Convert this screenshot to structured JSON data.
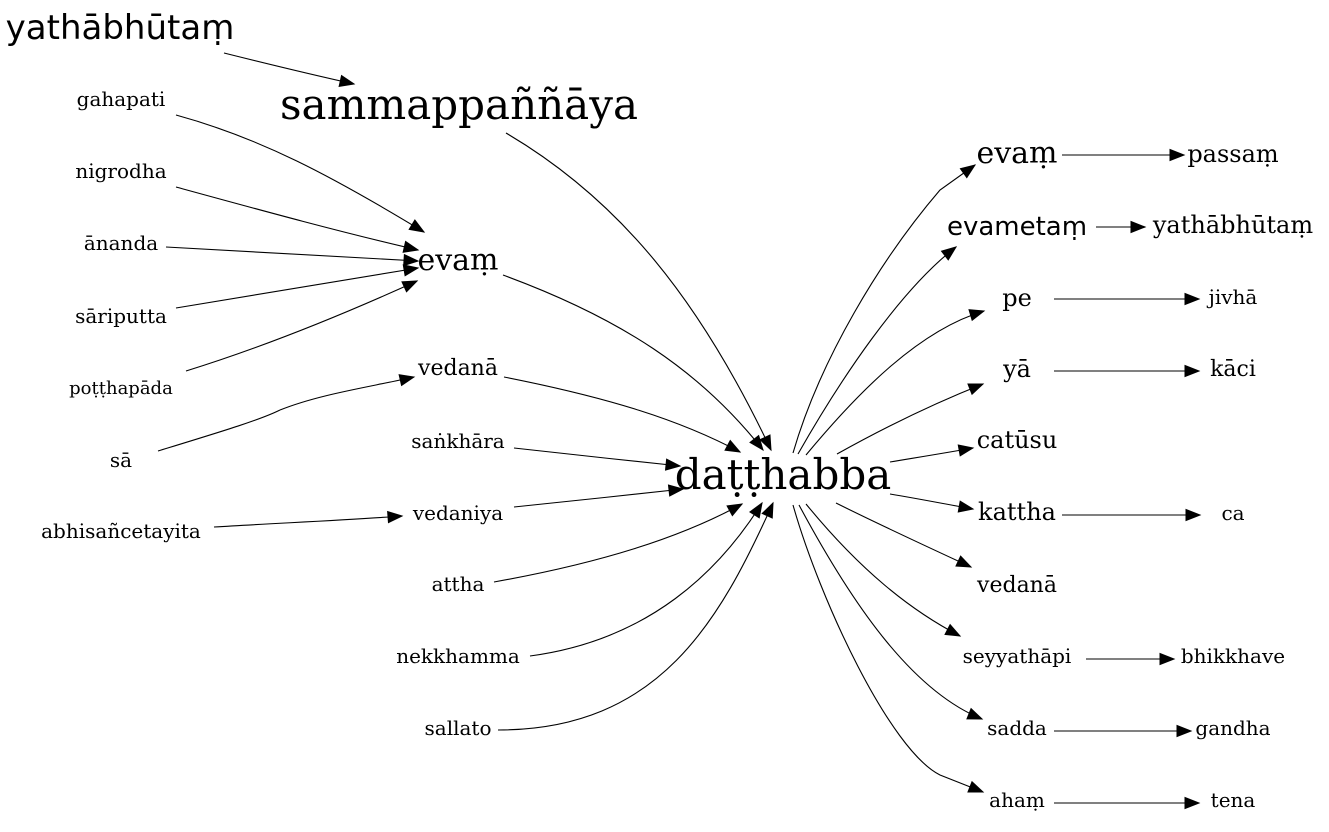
{
  "graph": {
    "nodes": [
      {
        "id": "yathabhutam_top",
        "label": "yathābhūtaṃ"
      },
      {
        "id": "sammappannaya",
        "label": "sammappaññāya"
      },
      {
        "id": "gahapati",
        "label": "gahapati"
      },
      {
        "id": "nigrodha",
        "label": "nigrodha"
      },
      {
        "id": "ananda",
        "label": "ānanda"
      },
      {
        "id": "sariputta",
        "label": "sāriputta"
      },
      {
        "id": "potthapada",
        "label": "poṭṭhapāda"
      },
      {
        "id": "evam_left",
        "label": "evaṃ"
      },
      {
        "id": "sa",
        "label": "sā"
      },
      {
        "id": "vedana_left",
        "label": "vedanā"
      },
      {
        "id": "sankhara",
        "label": "saṅkhāra"
      },
      {
        "id": "abhisancetayita",
        "label": "abhisañcetayita"
      },
      {
        "id": "vedaniya",
        "label": "vedaniya"
      },
      {
        "id": "attha",
        "label": "attha"
      },
      {
        "id": "nekkhamma",
        "label": "nekkhamma"
      },
      {
        "id": "sallato",
        "label": "sallato"
      },
      {
        "id": "datthabba",
        "label": "daṭṭhabba"
      },
      {
        "id": "evam_right",
        "label": "evaṃ"
      },
      {
        "id": "passam",
        "label": "passaṃ"
      },
      {
        "id": "evametam",
        "label": "evametaṃ"
      },
      {
        "id": "yathabhutam_right",
        "label": "yathābhūtaṃ"
      },
      {
        "id": "pe",
        "label": "pe"
      },
      {
        "id": "jivha",
        "label": "jivhā"
      },
      {
        "id": "ya",
        "label": "yā"
      },
      {
        "id": "kaci",
        "label": "kāci"
      },
      {
        "id": "catusu",
        "label": "catūsu"
      },
      {
        "id": "kattha",
        "label": "kattha"
      },
      {
        "id": "ca",
        "label": "ca"
      },
      {
        "id": "vedana_right",
        "label": "vedanā"
      },
      {
        "id": "seyyathapi",
        "label": "seyyathāpi"
      },
      {
        "id": "bhikkhave",
        "label": "bhikkhave"
      },
      {
        "id": "sadda",
        "label": "sadda"
      },
      {
        "id": "gandha",
        "label": "gandha"
      },
      {
        "id": "aham",
        "label": "ahaṃ"
      },
      {
        "id": "tena",
        "label": "tena"
      }
    ],
    "edges": [
      {
        "from": "yathabhutam_top",
        "to": "sammappannaya"
      },
      {
        "from": "gahapati",
        "to": "evam_left"
      },
      {
        "from": "nigrodha",
        "to": "evam_left"
      },
      {
        "from": "ananda",
        "to": "evam_left"
      },
      {
        "from": "sariputta",
        "to": "evam_left"
      },
      {
        "from": "potthapada",
        "to": "evam_left"
      },
      {
        "from": "sa",
        "to": "vedana_left"
      },
      {
        "from": "abhisancetayita",
        "to": "vedaniya"
      },
      {
        "from": "sammappannaya",
        "to": "datthabba"
      },
      {
        "from": "evam_left",
        "to": "datthabba"
      },
      {
        "from": "vedana_left",
        "to": "datthabba"
      },
      {
        "from": "sankhara",
        "to": "datthabba"
      },
      {
        "from": "vedaniya",
        "to": "datthabba"
      },
      {
        "from": "attha",
        "to": "datthabba"
      },
      {
        "from": "nekkhamma",
        "to": "datthabba"
      },
      {
        "from": "sallato",
        "to": "datthabba"
      },
      {
        "from": "datthabba",
        "to": "evam_right"
      },
      {
        "from": "datthabba",
        "to": "evametam"
      },
      {
        "from": "datthabba",
        "to": "pe"
      },
      {
        "from": "datthabba",
        "to": "ya"
      },
      {
        "from": "datthabba",
        "to": "catusu"
      },
      {
        "from": "datthabba",
        "to": "kattha"
      },
      {
        "from": "datthabba",
        "to": "vedana_right"
      },
      {
        "from": "datthabba",
        "to": "seyyathapi"
      },
      {
        "from": "datthabba",
        "to": "sadda"
      },
      {
        "from": "datthabba",
        "to": "aham"
      },
      {
        "from": "evam_right",
        "to": "passam"
      },
      {
        "from": "evametam",
        "to": "yathabhutam_right"
      },
      {
        "from": "pe",
        "to": "jivha"
      },
      {
        "from": "ya",
        "to": "kaci"
      },
      {
        "from": "kattha",
        "to": "ca"
      },
      {
        "from": "seyyathapi",
        "to": "bhikkhave"
      },
      {
        "from": "sadda",
        "to": "gandha"
      },
      {
        "from": "aham",
        "to": "tena"
      }
    ]
  }
}
